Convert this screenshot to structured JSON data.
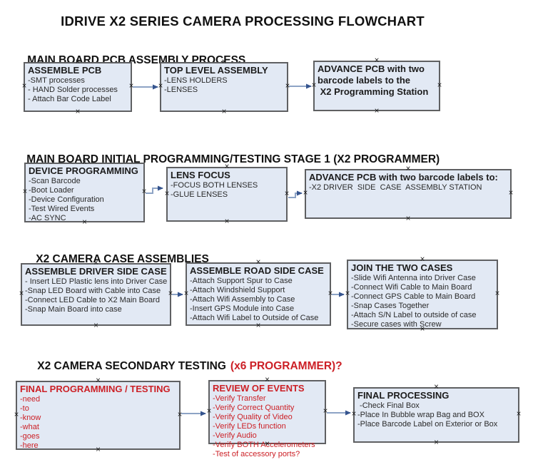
{
  "title": "IDRIVE X2  SERIES CAMERA PROCESSING FLOWCHART",
  "colors": {
    "box_fill": "#e2e9f4",
    "box_border": "#5f6062",
    "red_accent": "#cc2026",
    "connector_line": "#8da3c5",
    "connector_arrowhead": "#35548e"
  },
  "sections": [
    {
      "heading": {
        "text": "MAIN BOARD PCB ASSEMBLY PROCESS",
        "accent": ""
      },
      "boxes": [
        {
          "title": "ASSEMBLE PCB",
          "items": [
            "-SMT processes",
            "- HAND Solder processes",
            "- Attach Bar Code Label"
          ]
        },
        {
          "title": "TOP LEVEL ASSEMBLY",
          "items": [
            "-LENS HOLDERS",
            "-LENSES"
          ]
        },
        {
          "title": "ADVANCE PCB with two\nbarcode labels to the\n X2 Programming Station",
          "items": []
        }
      ]
    },
    {
      "heading": {
        "text": "MAIN BOARD INITIAL PROGRAMMING/TESTING STAGE 1 (X2 PROGRAMMER)",
        "accent": ""
      },
      "boxes": [
        {
          "title": "DEVICE PROGRAMMING",
          "items": [
            "-Scan Barcode",
            "-Boot Loader",
            "-Device Configuration",
            "-Test Wired Events",
            "-AC SYNC"
          ]
        },
        {
          "title": "LENS FOCUS",
          "items": [
            "-FOCUS BOTH LENSES",
            "-GLUE LENSES"
          ]
        },
        {
          "title": "ADVANCE PCB with two barcode labels to:",
          "items": [
            "-X2 DRIVER  SIDE  CASE  ASSEMBLY STATION"
          ]
        }
      ]
    },
    {
      "heading": {
        "text": "X2 CAMERA CASE ASSEMBLIES",
        "accent": ""
      },
      "boxes": [
        {
          "title": "ASSEMBLE DRIVER SIDE CASE",
          "items": [
            "- Insert LED Plastic lens into Driver Case",
            "-Snap LED Board with Cable into Case",
            "-Connect LED Cable to X2 Main Board",
            "-Snap Main Board into case"
          ]
        },
        {
          "title": "ASSEMBLE ROAD SIDE CASE",
          "items": [
            "-Attach Support Spur to Case",
            "-Attach Windshield Support",
            "-Attach Wifi Assembly to Case",
            "-Insert GPS Module into Case",
            "-Attach Wifi Label to Outside of Case"
          ]
        },
        {
          "title": "JOIN THE TWO CASES",
          "items": [
            "-Slide Wifi Antenna into Driver Case",
            "-Connect Wifi Cable to Main Board",
            "-Connect GPS Cable to Main Board",
            "-Snap Cases Together",
            "-Attach S/N Label to outside of case",
            "-Secure cases with Screw"
          ]
        }
      ]
    },
    {
      "heading": {
        "text": "X2 CAMERA SECONDARY TESTING",
        "accent": "(x6 PROGRAMMER)?"
      },
      "boxes": [
        {
          "title": "FINAL PROGRAMMING / TESTING",
          "items": [
            "-need",
            "-to",
            "-know",
            "-what",
            "-goes",
            "-here"
          ]
        },
        {
          "title": "REVIEW OF EVENTS",
          "items": [
            "-Verify Transfer",
            "-Verify Correct Quantity",
            "-Verify Quality of Video",
            "-Verify LEDs function",
            "-Verify Audio",
            "-Verify BOTH Accelerometers",
            "-Test of accessory ports?"
          ]
        },
        {
          "title": "FINAL PROCESSING",
          "items": [
            " -Check Final Box",
            "-Place In Bubble wrap Bag and BOX",
            "-Place Barcode Label on Exterior or Box"
          ]
        }
      ]
    }
  ]
}
